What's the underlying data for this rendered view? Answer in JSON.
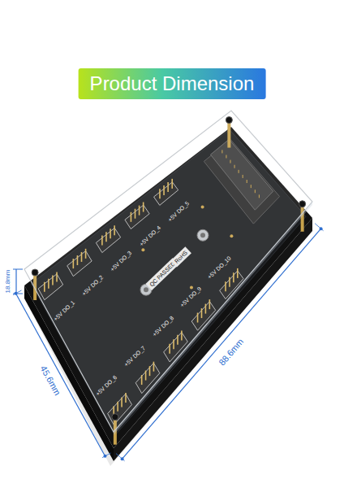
{
  "diagram": {
    "title": "Product Dimension",
    "labels": [
      "18.8mm",
      "45.6mm",
      "88.6mm",
      "QC PASSED",
      "RoHS",
      "+5V DO_1",
      "+5V DO_2",
      "+5V DO_3",
      "+5V DO_4",
      "+5V DO_5",
      "+5V DO_6",
      "+5V DO_7",
      "+5V DO_8",
      "+5V DO_9",
      "+5V DO_10"
    ]
  }
}
